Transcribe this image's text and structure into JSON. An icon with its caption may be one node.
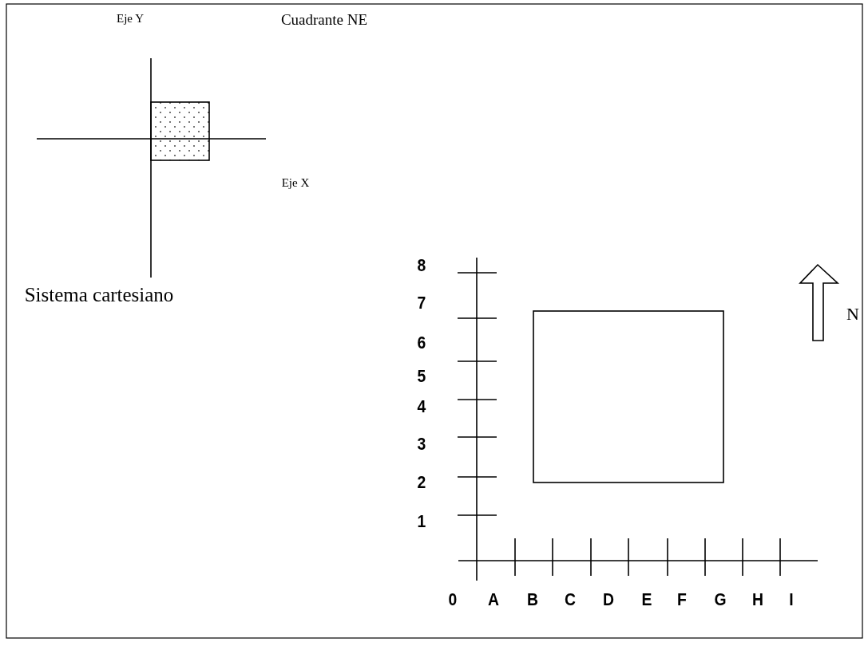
{
  "diagram": {
    "nodes": [
      {
        "text": [],
        "shape": "box"
      },
      {
        "text": [],
        "shape": "box"
      }
    ],
    "labels": [
      "Eje Y",
      "Cuadrante NE",
      "Eje X",
      "8",
      "Sistema cartesiano",
      "7",
      "N",
      "6",
      "5",
      "4",
      "3",
      "2",
      "1",
      "0",
      "A",
      "B",
      "C",
      "D",
      "E",
      "F",
      "G",
      "H",
      "I"
    ]
  }
}
